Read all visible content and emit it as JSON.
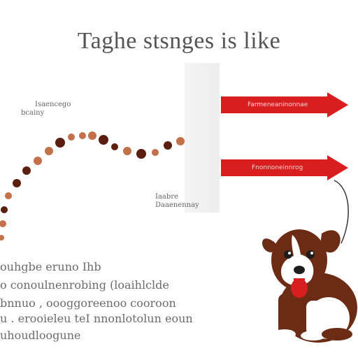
{
  "title": "Taghe stsnges is like",
  "chart_label": {
    "line1": "Isaencego",
    "line2": "bcainy"
  },
  "panel_label": {
    "line1": "Iaabre",
    "line2": "Daaenennay"
  },
  "arrows": [
    {
      "label": "Farmeneaninonnae"
    },
    {
      "label": "Fnonnoneinnrog"
    }
  ],
  "bottom_text": [
    "ouhgbe eruno Ihb",
    "o conoulnenrobing (loaihlclde",
    "bnnuo , oooggoreenoo cooroon",
    "u . erooieleu teI nnonlotolun eoun",
    "uhoudloogune"
  ],
  "colors": {
    "arrow": "#d81e1e",
    "dot_dark": "#5a1f0e",
    "dot_light": "#c4704a",
    "dog_brown": "#6b2b14"
  }
}
